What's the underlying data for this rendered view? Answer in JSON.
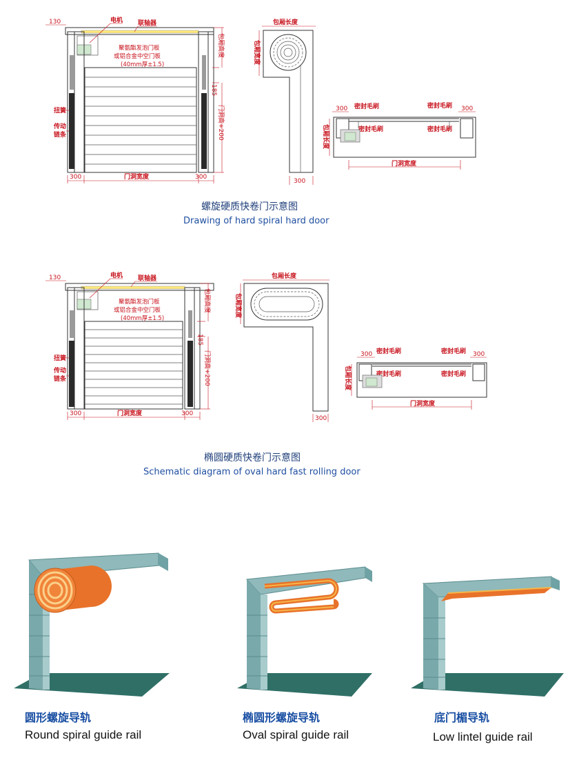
{
  "diagram1": {
    "labels": {
      "d130": "130",
      "motor": "电机",
      "coupler": "联轴器",
      "panel1": "聚氨酯发泡门板",
      "panel2": "或铝合金中空门板",
      "panel3": "(40mm厚±1.5)",
      "box_height": "包厢高度",
      "d185": "185",
      "door_height": "门洞高+200",
      "spring": "扭簧",
      "chain1": "传动",
      "chain2": "链条",
      "d300_left": "300",
      "door_width": "门洞宽度",
      "d300_right": "300"
    },
    "side": {
      "box_length": "包厢长度",
      "box_width": "包厢宽度",
      "d300": "300"
    },
    "plan": {
      "d300_left": "300",
      "brush1": "密封毛刷",
      "brush2": "密封毛刷",
      "d300_right": "300",
      "brush3": "密封毛刷",
      "brush4": "密封毛刷",
      "box_length": "包厢长度",
      "door_width": "门洞宽度"
    },
    "title_zh": "螺旋硬质快卷门示意图",
    "title_en": "Drawing of hard spiral hard door"
  },
  "diagram2": {
    "labels": {
      "d130": "130",
      "motor": "电机",
      "coupler": "联轴器",
      "panel1": "聚氨酯发泡门板",
      "panel2": "或铝合金中空门板",
      "panel3": "(40mm厚±1.5)",
      "box_height": "包厢高度",
      "d185": "185",
      "door_height": "门洞高+200",
      "spring": "扭簧",
      "chain1": "传动",
      "chain2": "链条",
      "d300_left": "300",
      "door_width": "门洞宽度",
      "d300_right": "300"
    },
    "side": {
      "box_length": "包厢长度",
      "box_width": "包厢宽度",
      "d300": "300"
    },
    "plan": {
      "d300_left": "300",
      "brush1": "密封毛刷",
      "brush2": "密封毛刷",
      "d300_right": "300",
      "brush3": "密封毛刷",
      "brush4": "密封毛刷",
      "box_length": "包厢长度",
      "door_width": "门洞宽度"
    },
    "title_zh": "椭圆硬质快卷门示意图",
    "title_en": "Schematic diagram of oval hard fast rolling  door"
  },
  "rails": [
    {
      "zh": "圆形螺旋导轨",
      "en": "Round spiral guide rail"
    },
    {
      "zh": "椭圆形螺旋导轨",
      "en": "Oval spiral guide rail"
    },
    {
      "zh": "底门楣导轨",
      "en": "Low lintel guide rail"
    }
  ],
  "colors": {
    "dimension_red": "#c8141e",
    "title_blue": "#1a4fa3",
    "rail_teal": "#8fb9bb",
    "roll_orange": "#e8722a",
    "base_green": "#2f6f66"
  }
}
